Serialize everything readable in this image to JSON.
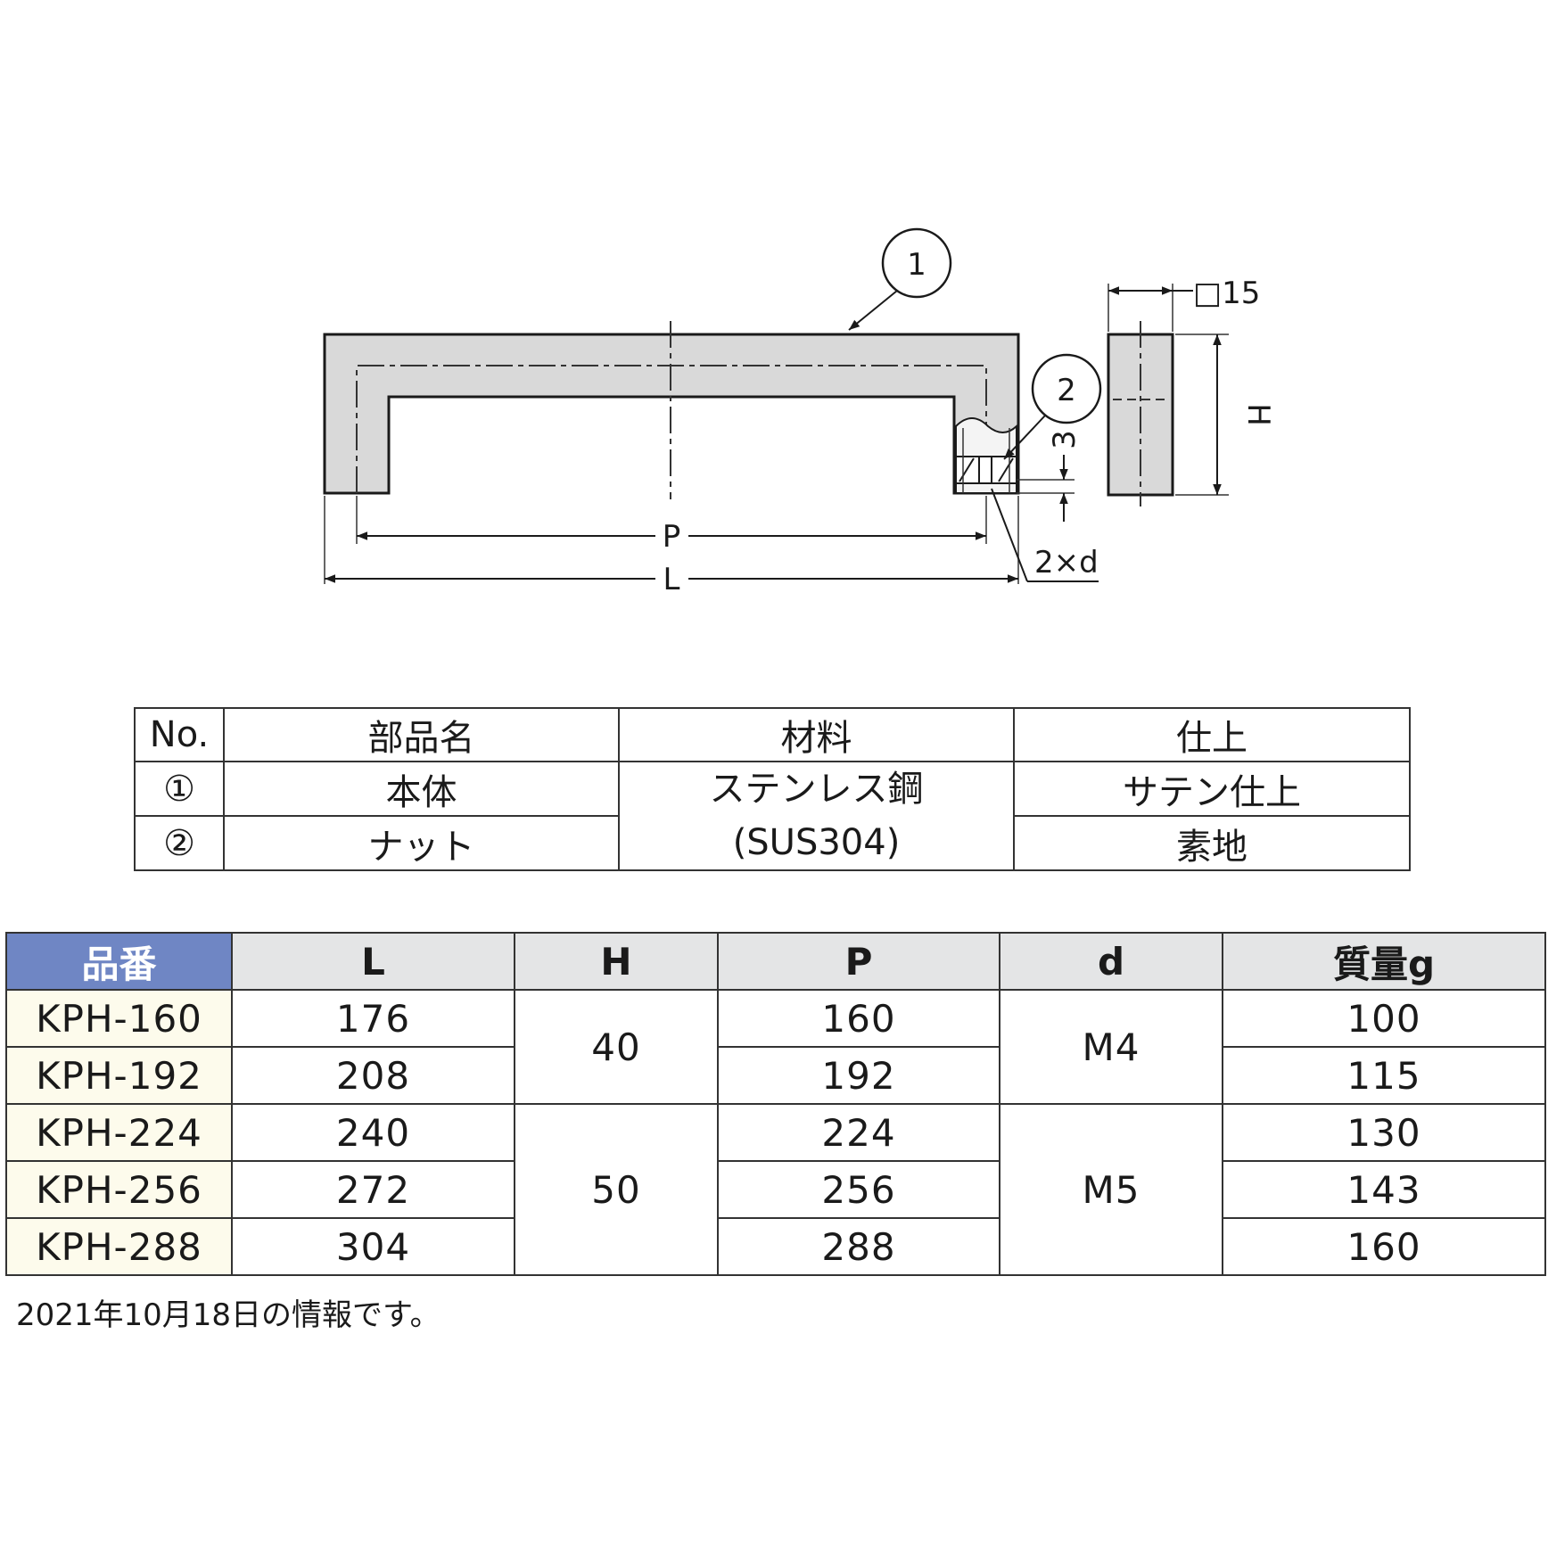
{
  "drawing": {
    "callout_1": "1",
    "callout_2": "2",
    "dim_p": "P",
    "dim_l": "L",
    "dim_h": "H",
    "dim_3": "3",
    "dim_2xd": "2×d",
    "dim_square": "□15",
    "body_fill": "#d9d9d9"
  },
  "parts_table": {
    "headers": [
      "No.",
      "部品名",
      "材料",
      "仕上"
    ],
    "rows": [
      {
        "no": "①",
        "name": "本体",
        "finish": "サテン仕上"
      },
      {
        "no": "②",
        "name": "ナット",
        "finish": "素地"
      }
    ],
    "material_line1": "ステンレス鋼",
    "material_line2": "(SUS304)"
  },
  "spec_table": {
    "headers": [
      "品番",
      "L",
      "H",
      "P",
      "d",
      "質量g"
    ],
    "header_accent": "#6f86c4",
    "rows": [
      {
        "model": "KPH-160",
        "l": "176",
        "p": "160",
        "mass": "100"
      },
      {
        "model": "KPH-192",
        "l": "208",
        "p": "192",
        "mass": "115"
      },
      {
        "model": "KPH-224",
        "l": "240",
        "p": "224",
        "mass": "130"
      },
      {
        "model": "KPH-256",
        "l": "272",
        "p": "256",
        "mass": "143"
      },
      {
        "model": "KPH-288",
        "l": "304",
        "p": "288",
        "mass": "160"
      }
    ],
    "h_group": [
      "40",
      "50"
    ],
    "d_group": [
      "M4",
      "M5"
    ]
  },
  "footer": "2021年10月18日の情報です。"
}
